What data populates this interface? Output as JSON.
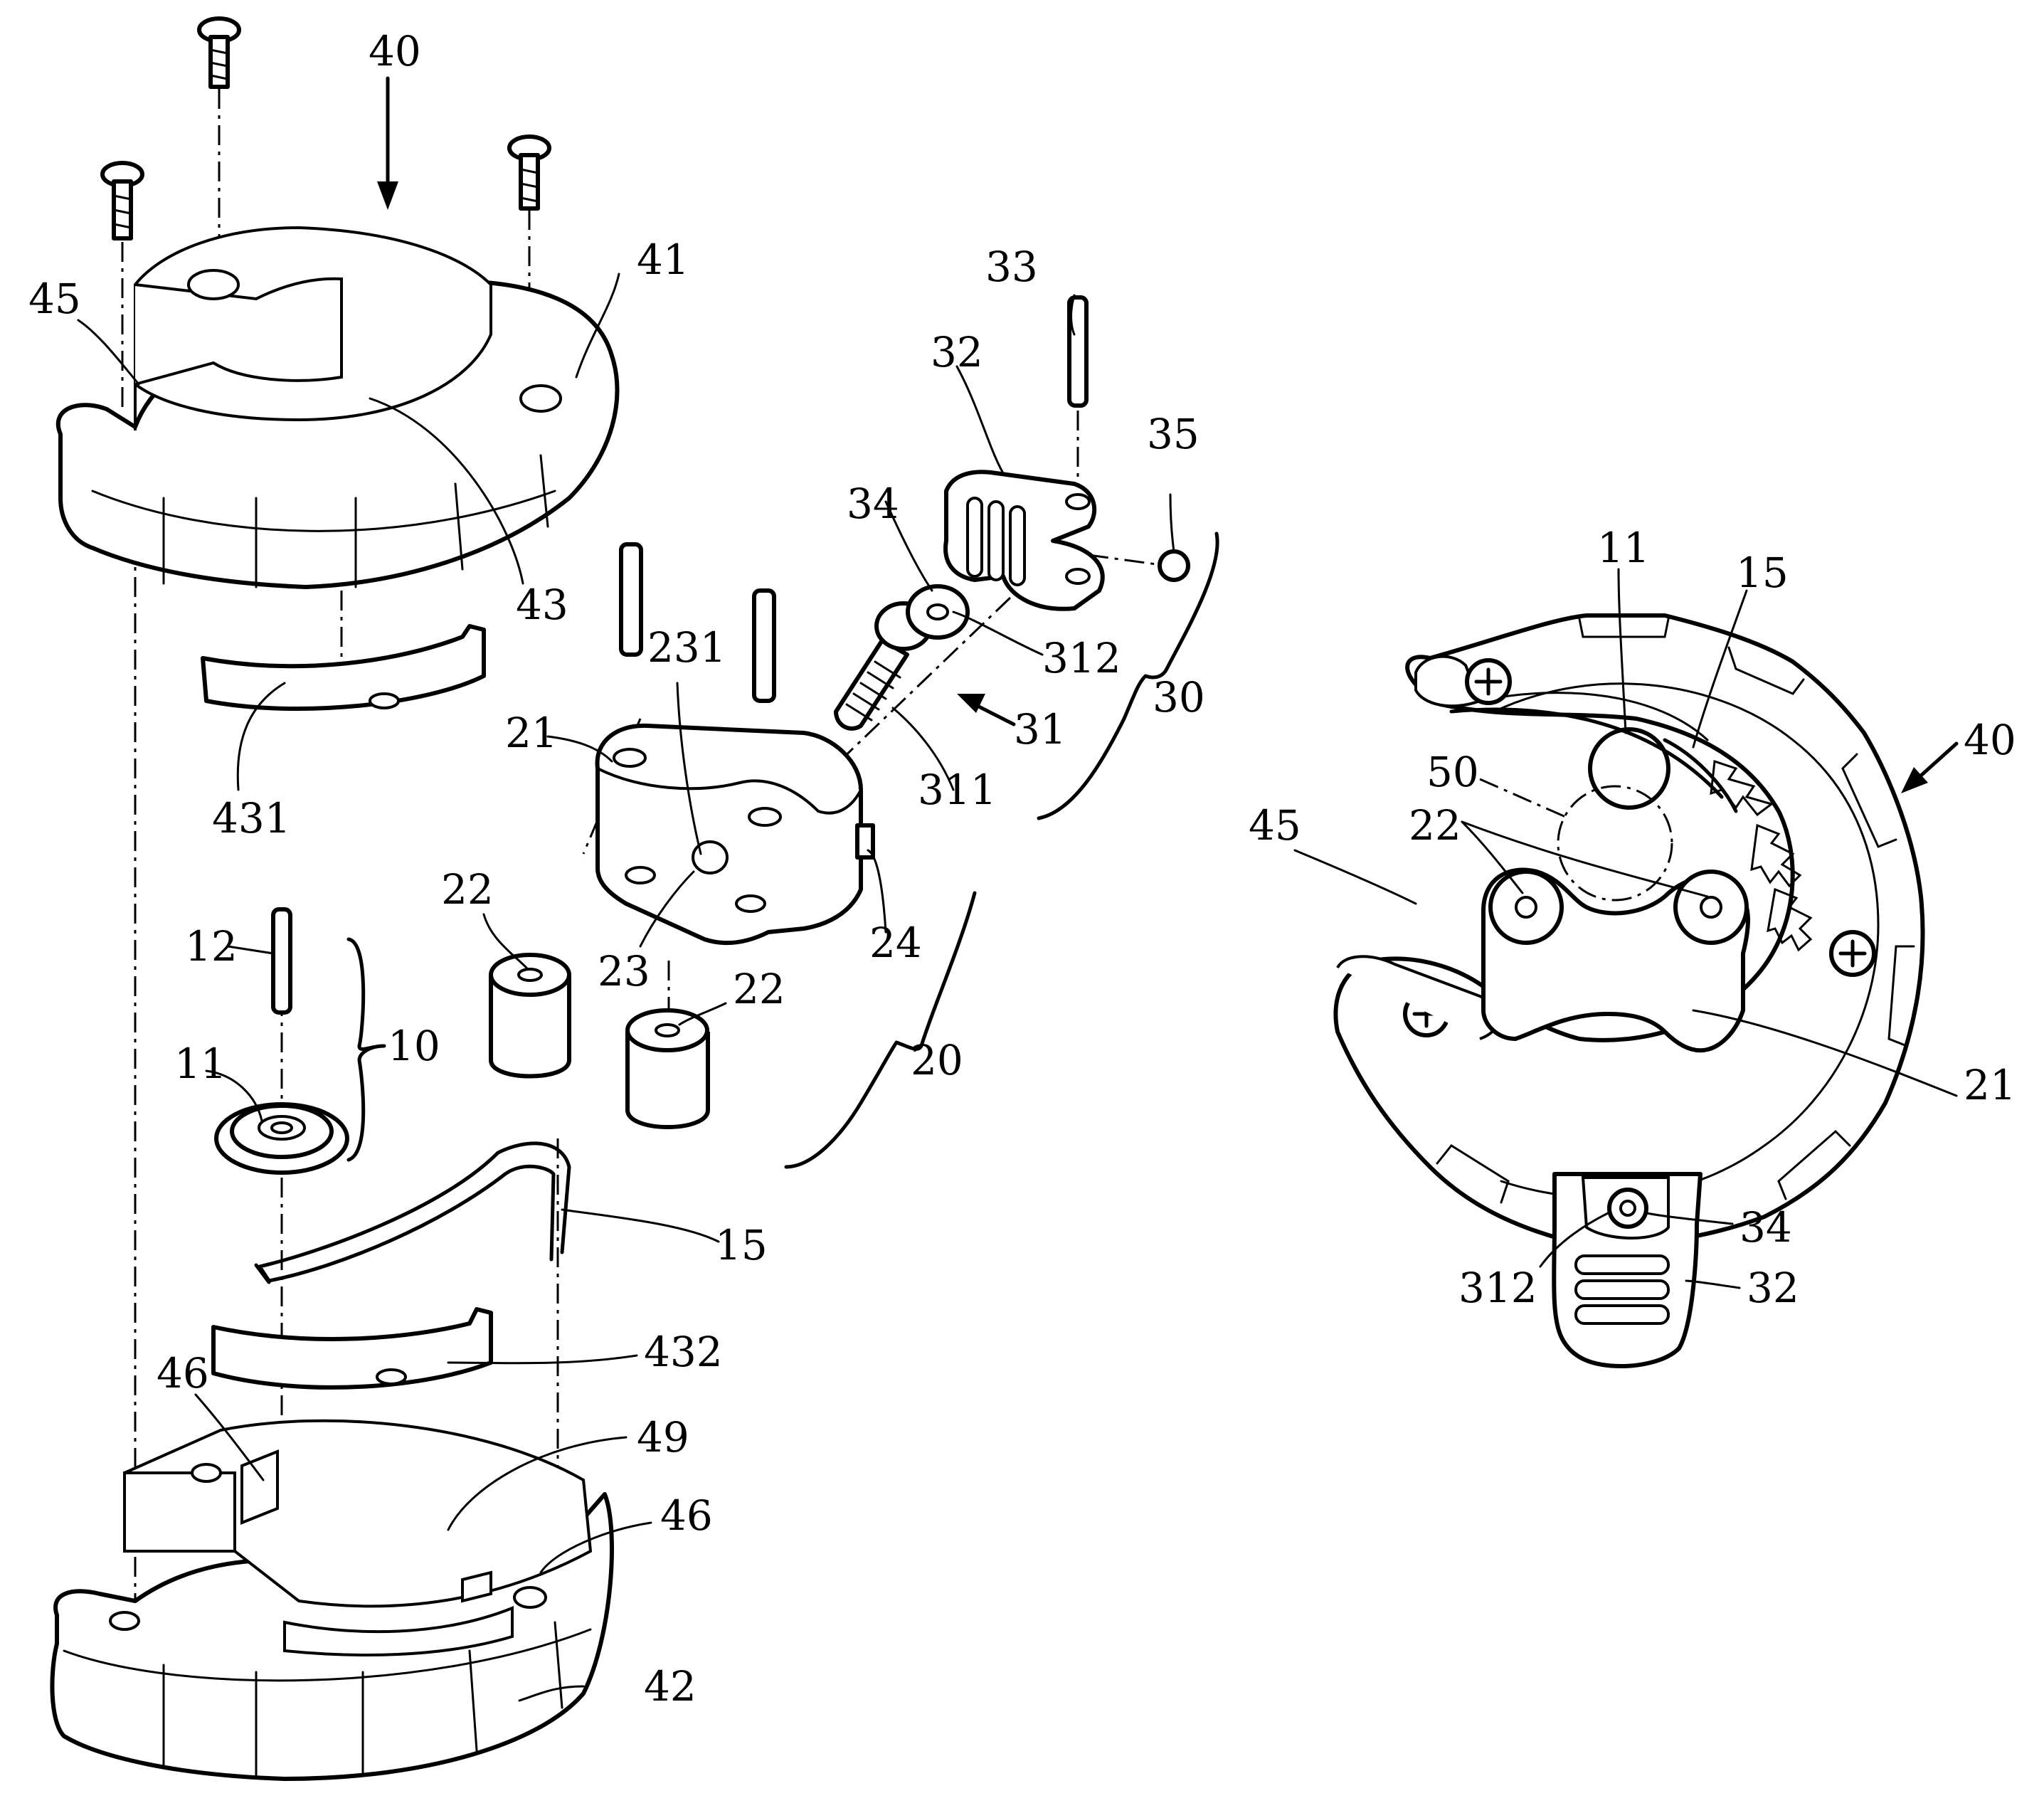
{
  "figure": {
    "labels": {
      "assembly_40": "40",
      "upper_housing_41": "41",
      "opening_45": "45",
      "chamber_43": "43",
      "plate_431": "431",
      "pin_12": "12",
      "group_10": "10",
      "cutter_11": "11",
      "spring_15": "15",
      "plate_432": "432",
      "slot_46_left": "46",
      "slot_46_right": "46",
      "cavity_49": "49",
      "lower_housing_42": "42",
      "block_21": "21",
      "hole_231": "231",
      "recess_23": "23",
      "bump_24": "24",
      "roller_22_left": "22",
      "roller_22_right": "22",
      "group_20": "20",
      "pin_33": "33",
      "lever_32": "32",
      "ball_35": "35",
      "screw_head_34": "34",
      "hole_312": "312",
      "screw_31": "31",
      "thread_311": "311",
      "group_30": "30"
    },
    "assembled_labels": {
      "cutter_11": "11",
      "spring_15": "15",
      "assembly_40": "40",
      "pipe_50": "50",
      "opening_45": "45",
      "rollers_22": "22",
      "block_21": "21",
      "screw_head_34": "34",
      "hole_312": "312",
      "lever_32": "32"
    }
  }
}
